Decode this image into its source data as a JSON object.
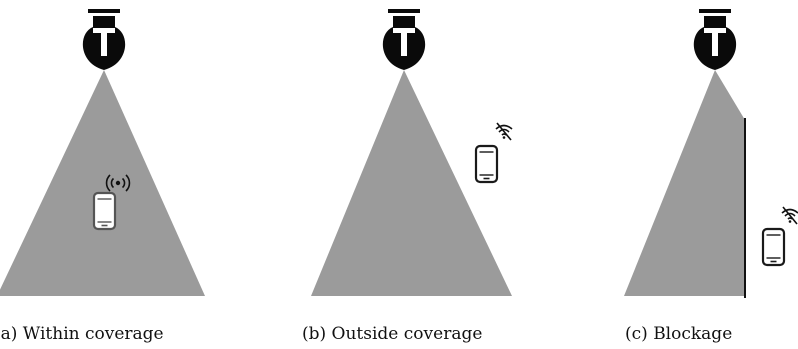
{
  "colors": {
    "beam": "#9b9b9b",
    "lamp": "#0a0a0a",
    "phone_inside": "#555555",
    "phone_outside": "#1a1a1a",
    "wall": "#111111",
    "text": "#111111"
  },
  "panels": [
    {
      "caption": "(a) Within coverage",
      "signal_icon": "wifi-signal-icon",
      "device_state": "within-coverage"
    },
    {
      "caption": "(b) Outside coverage",
      "signal_icon": "no-signal-icon",
      "device_state": "outside-coverage"
    },
    {
      "caption": "(c) Blockage",
      "signal_icon": "no-signal-icon",
      "device_state": "blocked"
    }
  ]
}
